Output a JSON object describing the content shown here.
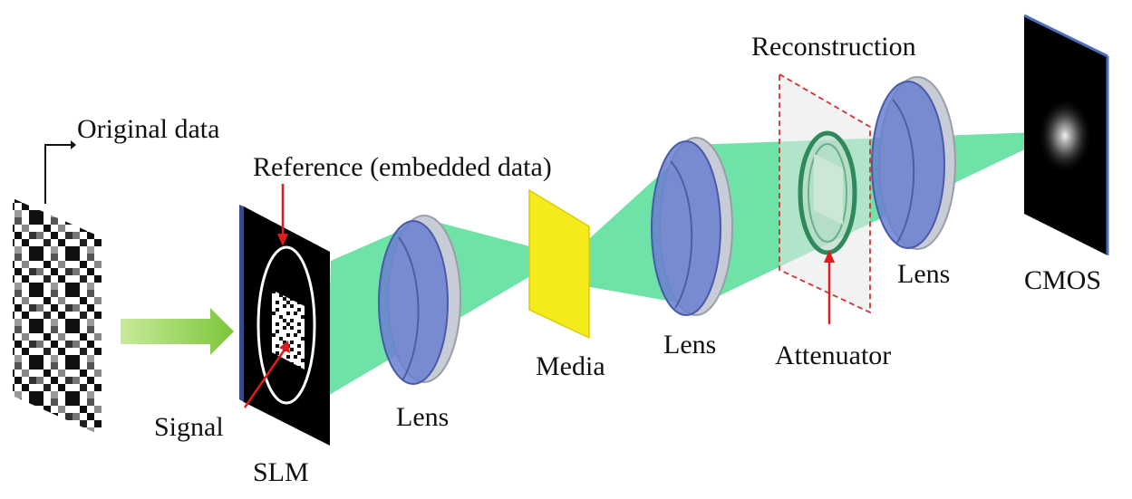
{
  "labels": {
    "original_data": "Original data",
    "reference": "Reference (embedded data)",
    "signal": "Signal",
    "slm": "SLM",
    "lens_1": "Lens",
    "media": "Media",
    "lens_2": "Lens",
    "reconstruction": "Reconstruction",
    "attenuator": "Attenuator",
    "lens_3": "Lens",
    "cmos": "CMOS"
  },
  "colors": {
    "beam": "#3fd88a",
    "lens": "#6a7fd0",
    "media": "#f5ea1a",
    "arrow": "#8fd048",
    "pointer": "#e01b1b",
    "panel": "#000000",
    "sensor_edge": "#4a6fc0"
  }
}
